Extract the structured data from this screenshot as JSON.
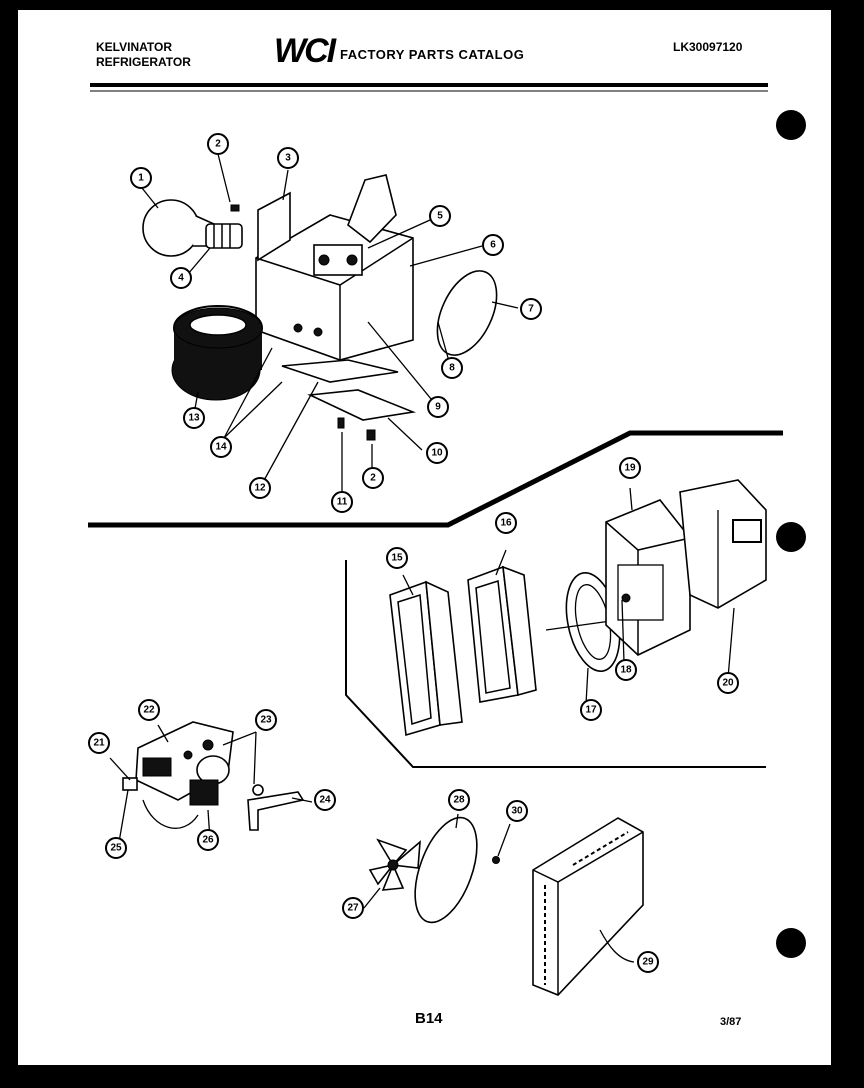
{
  "header": {
    "brand_line1": "KELVINATOR",
    "brand_line2": "REFRIGERATOR",
    "logo_text": "WCI",
    "catalog_title": "FACTORY PARTS CATALOG",
    "model_number": "LK30097120"
  },
  "footer": {
    "page_code": "B14",
    "date_code": "3/87"
  },
  "callouts": [
    "1",
    "2",
    "3",
    "4",
    "5",
    "6",
    "7",
    "8",
    "9",
    "10",
    "11",
    "2",
    "12",
    "13",
    "14",
    "15",
    "16",
    "17",
    "18",
    "19",
    "20",
    "21",
    "22",
    "23",
    "24",
    "25",
    "26",
    "27",
    "28",
    "29",
    "30"
  ]
}
